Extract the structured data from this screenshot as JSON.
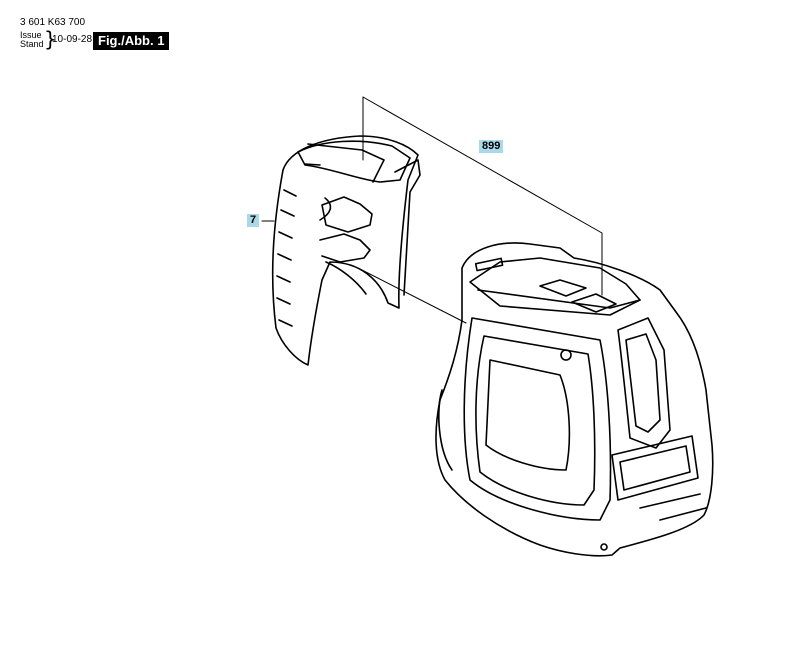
{
  "header": {
    "part_number": "3 601 K63 700",
    "issue_label": "Issue",
    "stand_label": "Stand",
    "date": "10-09-28",
    "figure_label": "Fig./Abb. 1"
  },
  "callouts": {
    "cover": "7",
    "housing": "899"
  }
}
